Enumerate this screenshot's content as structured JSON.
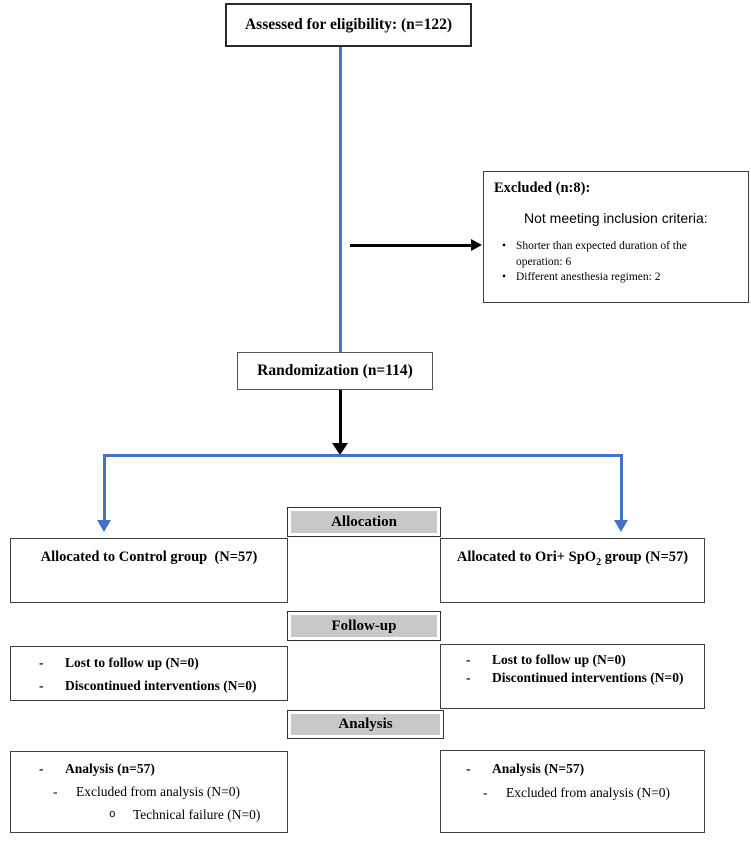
{
  "diagram": {
    "eligibility": {
      "label": "Assessed for eligibility: (n=122)"
    },
    "excluded": {
      "title": "Excluded (n:8):",
      "subtitle": "Not meeting inclusion criteria:",
      "bullets": [
        "Shorter than expected duration of the operation: 6",
        "Different anesthesia regimen: 2"
      ]
    },
    "randomization": {
      "label": "Randomization (n=114)"
    },
    "stages": {
      "allocation": "Allocation",
      "followup": "Follow-up",
      "analysis": "Analysis"
    },
    "left": {
      "allocated": "Allocated to Control group  (N=57)",
      "followup_items": [
        "Lost to follow up (N=0)",
        "Discontinued interventions (N=0)"
      ],
      "analysis_main": "Analysis (n=57)",
      "analysis_sub": "Excluded from analysis (N=0)",
      "analysis_subsub": "Technical failure (N=0)"
    },
    "right": {
      "allocated_prefix": "Allocated to Ori+ SpO",
      "allocated_subscript": "2",
      "allocated_suffix": " group (N=57)",
      "followup_items": [
        "Lost to follow up (N=0)",
        "Discontinued interventions (N=0)"
      ],
      "analysis_main": "Analysis (N=57)",
      "analysis_sub": "Excluded from analysis (N=0)"
    },
    "glyphs": {
      "bullet": "•",
      "dash": "-",
      "circle": "o"
    },
    "colors": {
      "accent_blue": "#4472c4",
      "header_gray": "#c8c8c8"
    }
  }
}
